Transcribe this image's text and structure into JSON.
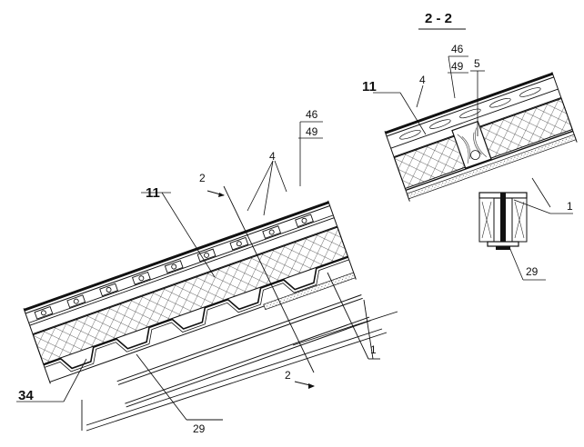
{
  "section_title": "2 - 2",
  "main_view": {
    "labels": {
      "insulation": "11",
      "roof_sheet": "4",
      "layer_a": "46",
      "layer_b": "49",
      "section_mark_top": "2",
      "section_mark_bottom": "2",
      "support": "1",
      "beam": "29",
      "deck": "34"
    }
  },
  "section_view": {
    "labels": {
      "insulation": "11",
      "roof_sheet": "4",
      "layer_a": "46",
      "layer_b": "49",
      "purlin": "5",
      "support": "1",
      "beam": "29"
    }
  },
  "colors": {
    "line": "#111111",
    "hatch": "#333333",
    "background": "#ffffff"
  }
}
